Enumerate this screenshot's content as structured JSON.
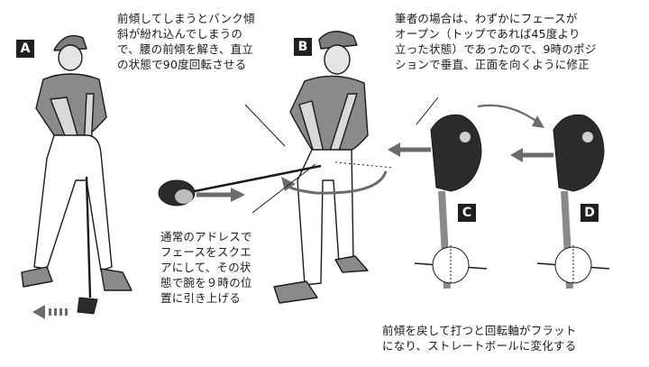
{
  "labels": {
    "a": "A",
    "b": "B",
    "c": "C",
    "d": "D"
  },
  "notes": {
    "top_center": "前傾してしまうとバンク傾\n斜が紛れ込んでしまうの\nで、腰の前傾を解き、直立\nの状態で90度回転させる",
    "top_right": "筆者の場合は、わずかにフェースが\nオープン（トップであれば45度より\n立った状態）であったので、9時のポジ\nションで垂直、正面を向くように修正",
    "mid_left": "通常のアドレスで\nフェースをスクエ\nアにして、その状\n態で腕を９時の位\n置に引き上げる",
    "bottom_right": "前傾を戻して打つと回転軸がフラット\nになり、ストレートボールに変化する"
  },
  "colors": {
    "ink": "#1a1a1a",
    "shirt": "#8a8a8a",
    "cap": "#7d7d7d",
    "skin": "#d9d9d9",
    "club_head": "#2b2b2b",
    "arrow": "#6b6b6b"
  },
  "icons": [
    "golfer-address-figure",
    "golfer-turn-figure",
    "driver-head-icon",
    "club-face-open-icon",
    "club-face-square-icon",
    "ball-icon",
    "curved-arrow-icon",
    "straight-arrow-icon"
  ]
}
